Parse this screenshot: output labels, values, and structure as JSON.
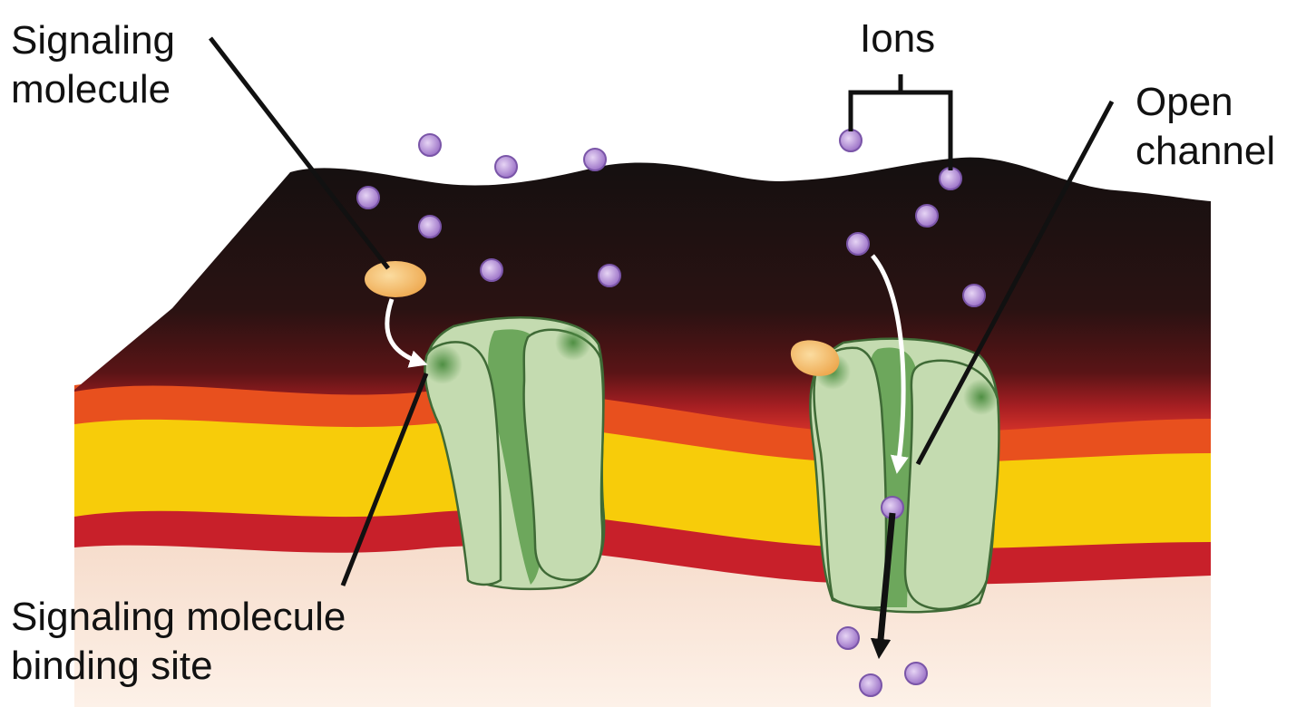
{
  "labels": {
    "signaling_molecule": [
      "Signaling",
      "molecule"
    ],
    "ions": "Ions",
    "open_channel": [
      "Open",
      "channel"
    ],
    "binding_site": [
      "Signaling molecule",
      "binding site"
    ]
  },
  "colors": {
    "membrane_dark": "#1a1010",
    "membrane_red": "#c8202a",
    "membrane_orange": "#e8501e",
    "membrane_yellow": "#f7cc0a",
    "cytoplasm": "#fbe6d8",
    "channel_light": "#c4dbb0",
    "channel_dark": "#5e9a4e",
    "ion": "#b48ad8",
    "signal_molecule": "#f2b24e"
  }
}
